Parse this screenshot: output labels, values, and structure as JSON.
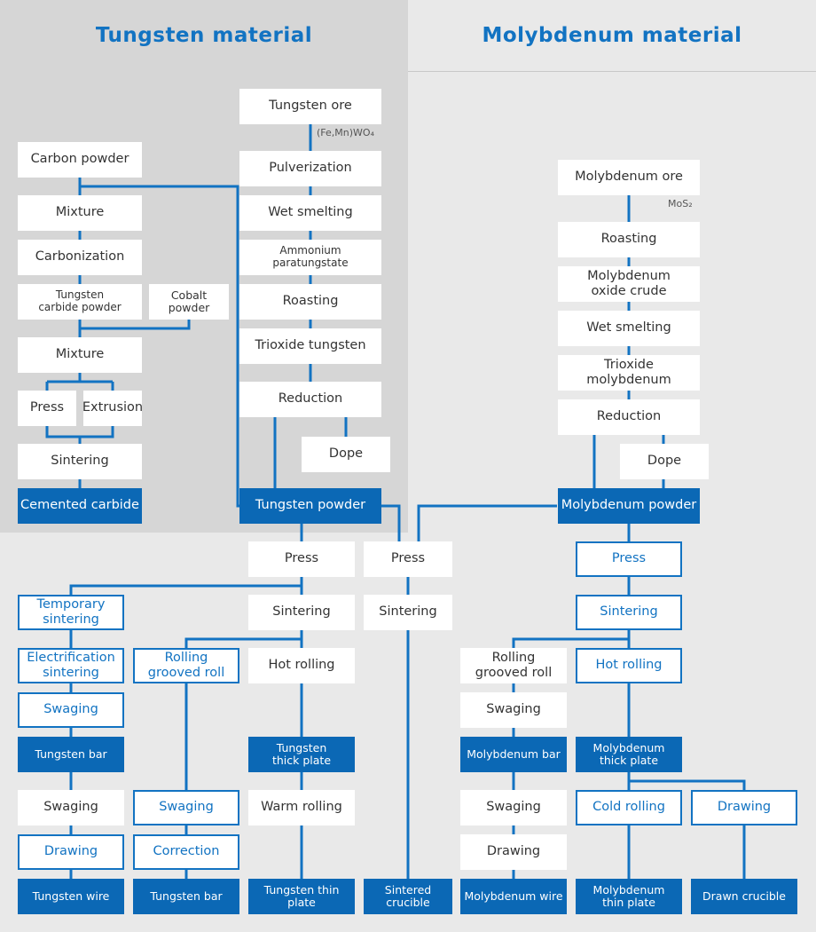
{
  "headers": {
    "tungsten": "Tungsten material",
    "molybdenum": "Molybdenum material"
  },
  "notes": {
    "tungsten_formula": "(Fe,Mn)WO₄",
    "molybdenum_formula": "MoS₂"
  },
  "nodes": {
    "tungsten_ore": "Tungsten ore",
    "pulverization": "Pulverization",
    "w_wet_smelting": "Wet smelting",
    "ammonium_paratungstate": "Ammonium\nparatungstate",
    "w_roasting": "Roasting",
    "trioxide_tungsten": "Trioxide tungsten",
    "w_reduction": "Reduction",
    "w_dope": "Dope",
    "tungsten_powder": "Tungsten powder",
    "carbon_powder": "Carbon powder",
    "mixture_1": "Mixture",
    "carbonization": "Carbonization",
    "tungsten_carbide_powder": "Tungsten\ncarbide powder",
    "cobalt_powder": "Cobalt\npowder",
    "mixture_2": "Mixture",
    "cc_press": "Press",
    "cc_extrusion": "Extrusion",
    "cc_sintering": "Sintering",
    "cemented_carbide": "Cemented carbide",
    "molybdenum_ore": "Molybdenum ore",
    "mo_roasting": "Roasting",
    "molybdenum_oxide_crude": "Molybdenum\noxide crude",
    "mo_wet_smelting": "Wet smelting",
    "trioxide_molybdenum": "Trioxide\nmolybdenum",
    "mo_reduction": "Reduction",
    "mo_dope": "Dope",
    "molybdenum_powder": "Molybdenum powder",
    "w_press": "Press",
    "cr_press": "Press",
    "mo_press": "Press",
    "temporary_sintering": "Temporary\nsintering",
    "w_sintering": "Sintering",
    "cr_sintering": "Sintering",
    "mo_sintering": "Sintering",
    "electrification_sintering": "Electrification\nsintering",
    "w_rolling_grooved_roll": "Rolling\ngrooved roll",
    "w_hot_rolling": "Hot rolling",
    "mo_rolling_grooved_roll": "Rolling\ngrooved roll",
    "mo_hot_rolling": "Hot rolling",
    "w_swaging_1": "Swaging",
    "mo_swaging_1": "Swaging",
    "tungsten_bar_1": "Tungsten bar",
    "tungsten_thick_plate": "Tungsten\nthick plate",
    "molybdenum_bar": "Molybdenum bar",
    "molybdenum_thick_plate": "Molybdenum\nthick plate",
    "w_swaging_2": "Swaging",
    "w_swaging_3": "Swaging",
    "warm_rolling": "Warm rolling",
    "mo_swaging_2": "Swaging",
    "cold_rolling": "Cold rolling",
    "mo_drawing_1": "Drawing",
    "w_drawing": "Drawing",
    "correction": "Correction",
    "mo_drawing_2": "Drawing",
    "tungsten_wire": "Tungsten wire",
    "tungsten_bar_2": "Tungsten bar",
    "tungsten_thin_plate": "Tungsten thin plate",
    "sintered_crucible": "Sintered\ncrucible",
    "molybdenum_wire": "Molybdenum wire",
    "molybdenum_thin_plate": "Molybdenum\nthin plate",
    "drawn_crucible": "Drawn crucible"
  },
  "colors": {
    "accent": "#1273c2",
    "solid_fill": "#0b68b5",
    "tungsten_panel": "#d6d6d6",
    "molybdenum_panel": "#e9e9e9"
  }
}
